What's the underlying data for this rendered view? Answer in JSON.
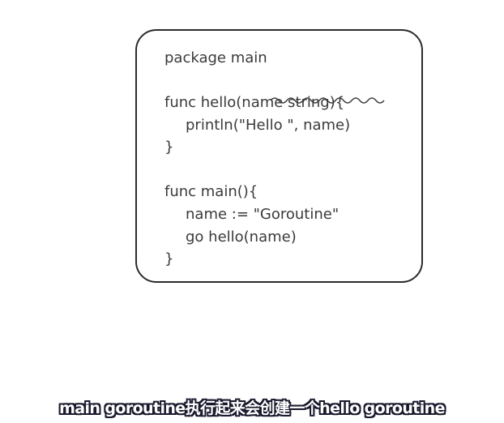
{
  "code_lines": [
    "package main",
    "func hello(name string){",
    "println(\"Hello \", name)",
    "}",
    "func main(){",
    "name := \"Goroutine\"",
    "go hello(name)",
    "}"
  ],
  "subtitle": "main goroutine执行起来会创建一个hello goroutine",
  "colors": {
    "text": "#3a3a3a",
    "border": "#2b2b2b",
    "subtitle_fill": "#ffffff",
    "subtitle_outline": "#1a1a2e"
  }
}
